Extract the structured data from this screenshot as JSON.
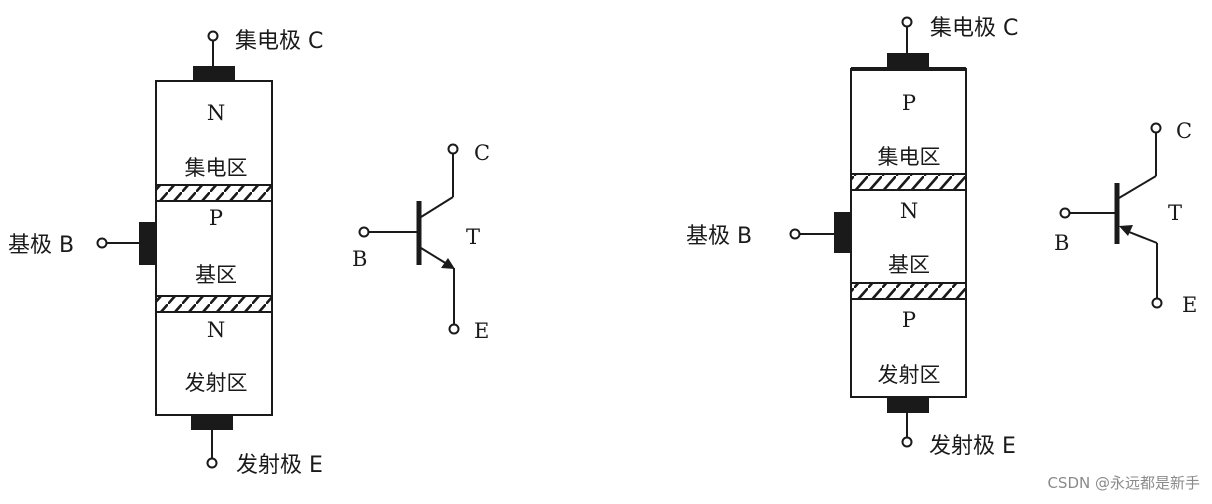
{
  "npn": {
    "collector_label": "集电极 C",
    "base_label": "基极 B",
    "emitter_label": "发射极 E",
    "top_layer": "N",
    "middle_layer": "P",
    "bottom_layer": "N",
    "collector_region": "集电区",
    "base_region": "基区",
    "emitter_region": "发射区",
    "symbol": {
      "c": "C",
      "b": "B",
      "e": "E",
      "t": "T"
    }
  },
  "pnp": {
    "collector_label": "集电极 C",
    "base_label": "基极 B",
    "emitter_label": "发射极 E",
    "top_layer": "P",
    "middle_layer": "N",
    "bottom_layer": "P",
    "collector_region": "集电区",
    "base_region": "基区",
    "emitter_region": "发射区",
    "symbol": {
      "c": "C",
      "b": "B",
      "e": "E",
      "t": "T"
    }
  },
  "watermark": "CSDN @永远都是新手",
  "colors": {
    "ink": "#1a1a1a",
    "watermark": "#8a8a8a"
  }
}
